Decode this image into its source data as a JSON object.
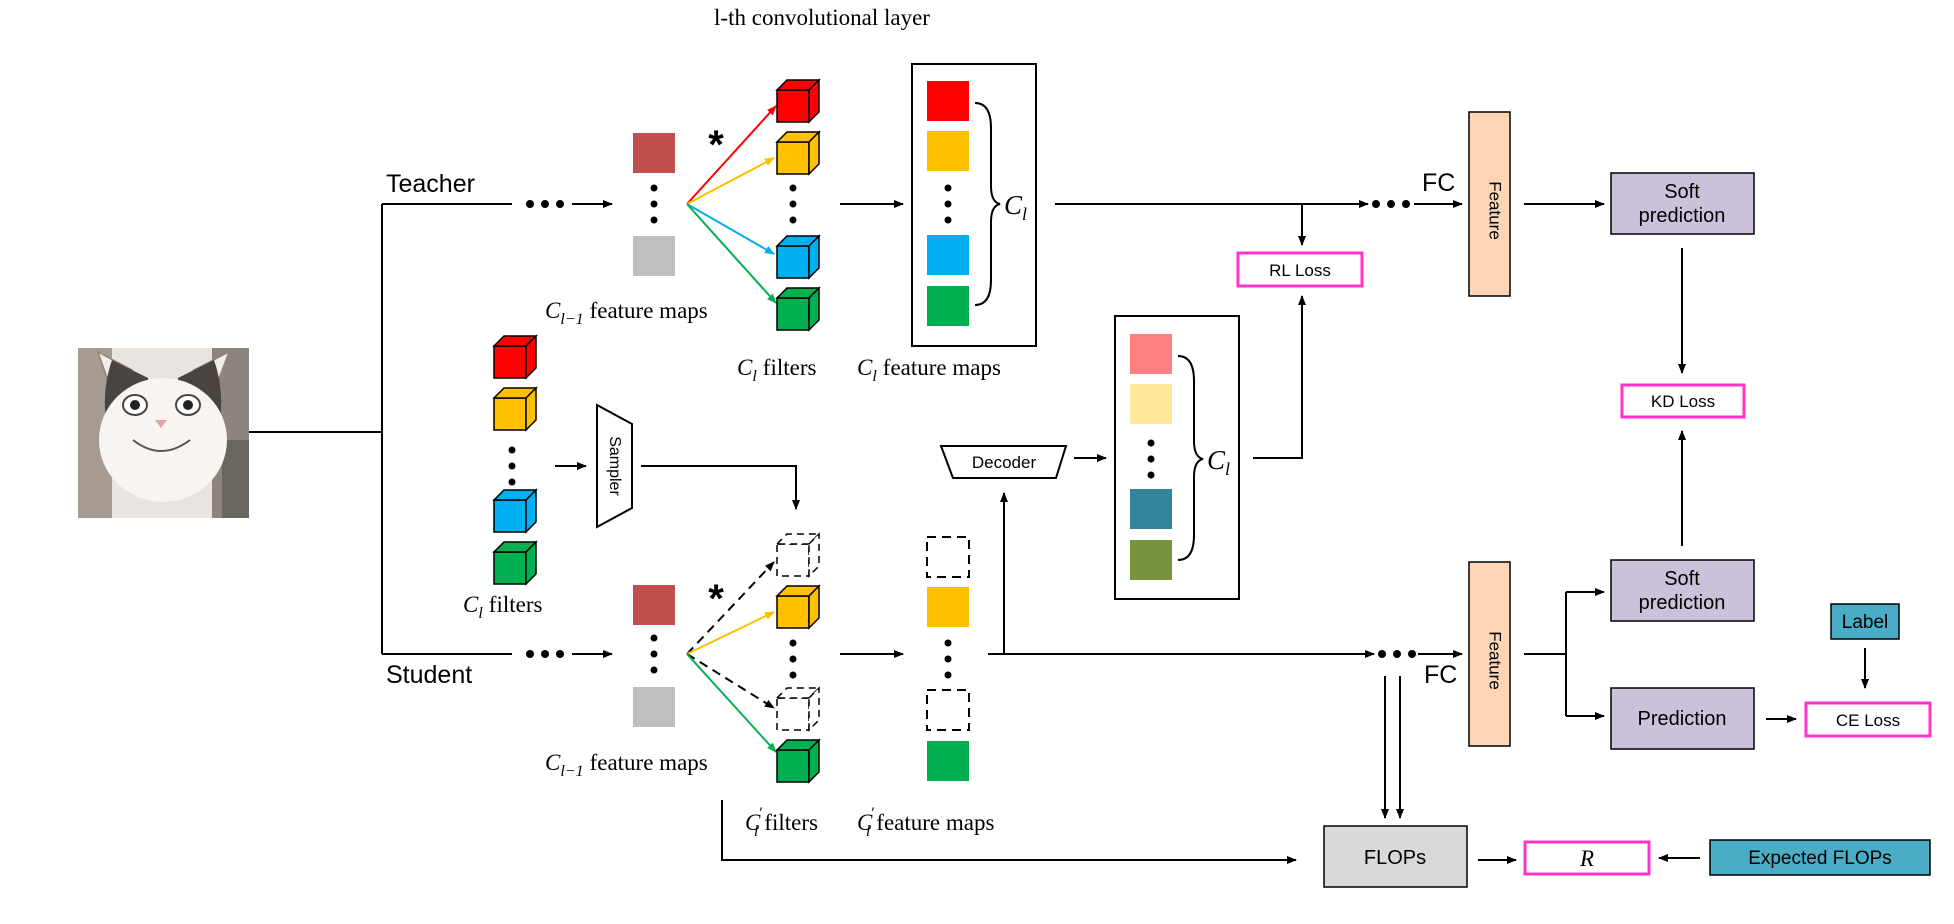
{
  "title_layer": "l-th convolutional layer",
  "teacher_label": "Teacher",
  "student_label": "Student",
  "fc_top": "FC",
  "fc_bottom": "FC",
  "feature_top": "Feature",
  "feature_bottom": "Feature",
  "soft_pred_top": "Soft prediction",
  "soft_pred_bottom": "Soft prediction",
  "prediction": "Prediction",
  "kd_loss": "KD Loss",
  "rl_loss": "RL Loss",
  "ce_loss": "CE Loss",
  "label": "Label",
  "flops": "FLOPs",
  "r_symbol": "R",
  "expected_flops": "Expected FLOPs",
  "decoder": "Decoder",
  "sampler": "Sampler",
  "conv_star": "*",
  "cl_symbol": "C",
  "cl_sub": "l",
  "cl1_sub": "l−1",
  "prime": "′",
  "feature_maps_text": "feature maps",
  "filters_text": "filters",
  "colors": {
    "red": "#ff0000",
    "yellow": "#ffc000",
    "blue": "#00b0f0",
    "green": "#00b050",
    "brown": "#c0504d",
    "gray": "#bfbfbf",
    "pink": "#ff8080",
    "lightyellow": "#ffe699",
    "teal": "#31849b",
    "olive": "#77933c",
    "purple": "#ccc1da",
    "peach": "#fbd5b5",
    "cyan": "#4bacc6",
    "magenta": "#ff33cc",
    "flops_gray": "#d9d9d9"
  }
}
